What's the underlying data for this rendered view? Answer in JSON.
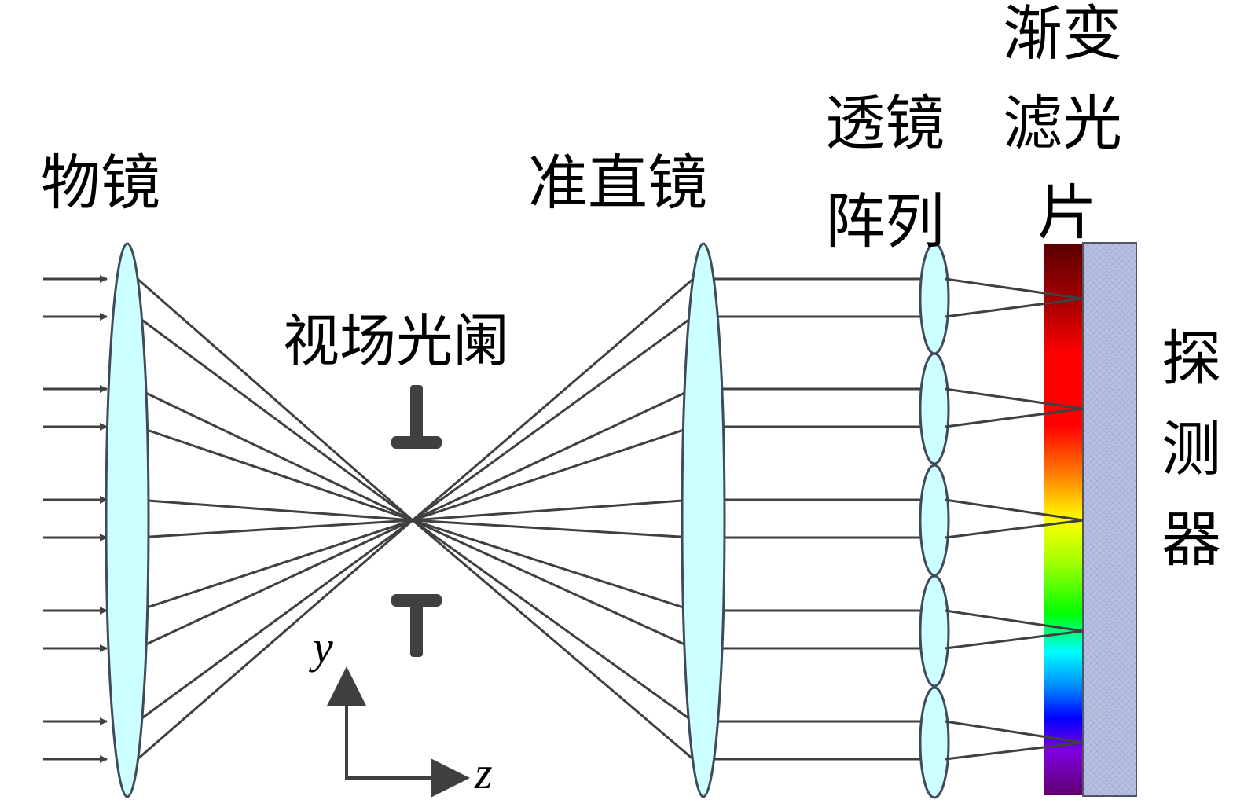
{
  "labels": {
    "objective": "物镜",
    "collimator": "准直镜",
    "lens_array_1": "透镜",
    "lens_array_2": "阵列",
    "filter_1": "渐变",
    "filter_2": "滤光",
    "filter_3": "片",
    "field_stop": "视场光阑",
    "detector_1": "探",
    "detector_2": "测",
    "detector_3": "器"
  },
  "axes": {
    "y": "y",
    "z": "z"
  },
  "colors": {
    "lens_fill": "#ccffff",
    "line": "#404040",
    "detector": "#b7c0e2",
    "filter_gradient": [
      "#5a0000",
      "#c00000",
      "#ff0000",
      "#ff0000",
      "#ff8000",
      "#ffff00",
      "#80ff00",
      "#00ff00",
      "#00ffff",
      "#0080ff",
      "#0000ff",
      "#8000ff",
      "#600070"
    ]
  }
}
